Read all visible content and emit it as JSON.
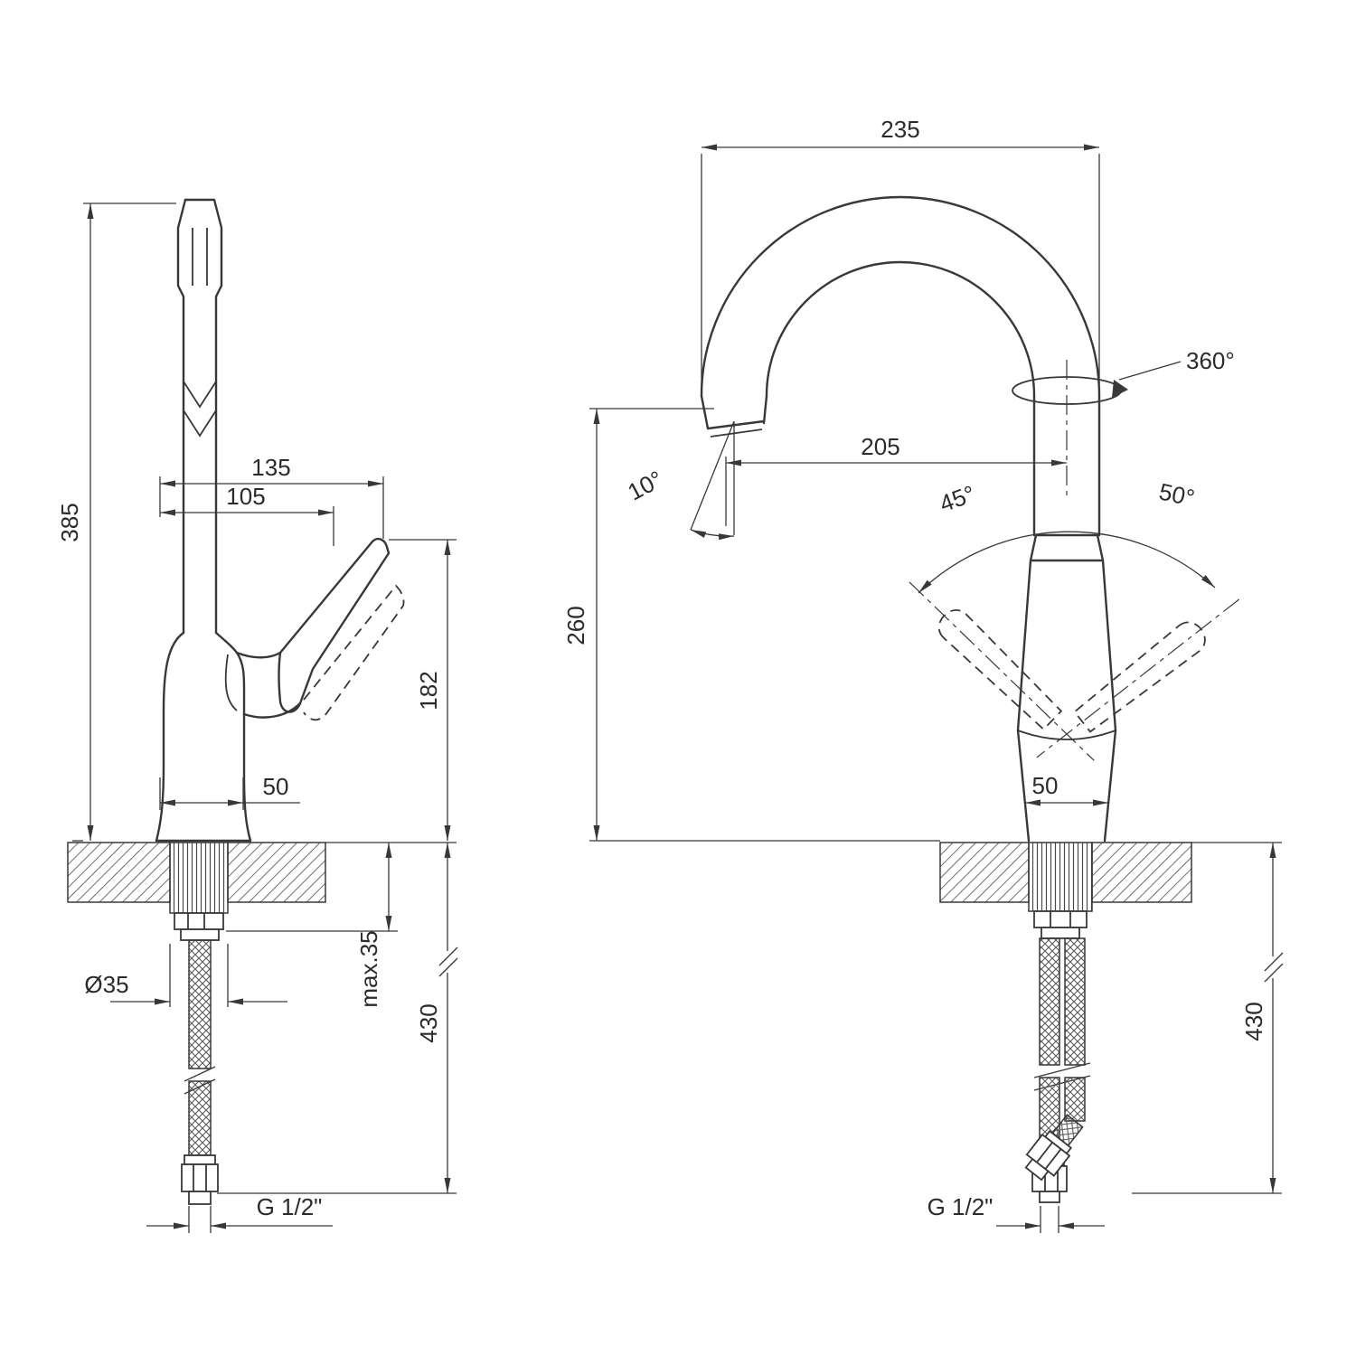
{
  "drawing": {
    "type": "technical-dimension-drawing",
    "subject": "single-lever kitchen sink mixer faucet, two projection views",
    "background": "#ffffff",
    "line_color": "#383838",
    "views": {
      "side": {
        "name": "side view",
        "dims": {
          "total_height": "385",
          "upper_reach": "135",
          "handle_reach": "105",
          "spout_height": "182",
          "body_width": "50",
          "deck_max": "max.35",
          "hose_length": "430",
          "hole_diameter": "Ø35",
          "thread": "G 1/2\""
        }
      },
      "front": {
        "name": "front view",
        "dims": {
          "overall_width": "235",
          "swivel_angle": "360°",
          "spout_reach": "205",
          "spout_tilt": "10°",
          "handle_swing_left": "45°",
          "handle_swing_right": "50°",
          "outlet_height": "260",
          "base_width": "50",
          "hose_length": "430",
          "thread": "G 1/2\""
        }
      }
    }
  }
}
